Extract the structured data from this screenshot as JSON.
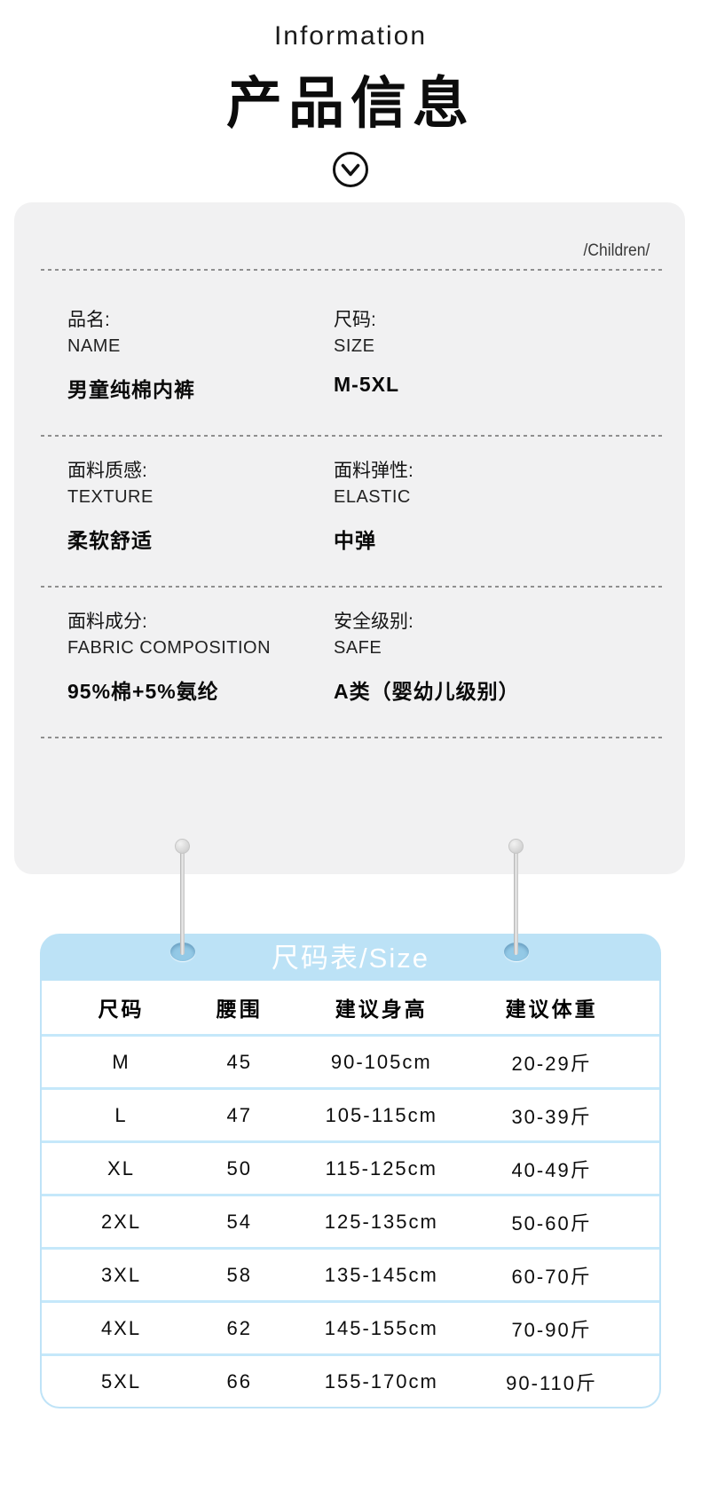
{
  "header": {
    "subtitle": "Information",
    "title": "产品信息"
  },
  "icons": {
    "chevron": "chevron-down-circle-icon",
    "pin": "hanging-pin-icon"
  },
  "info_card": {
    "corner_label": "/Children/",
    "fields": [
      {
        "label_zh": "品名:",
        "label_en": "NAME",
        "value": "男童纯棉内裤"
      },
      {
        "label_zh": "尺码:",
        "label_en": "SIZE",
        "value": "M-5XL"
      },
      {
        "label_zh": "面料质感:",
        "label_en": "TEXTURE",
        "value": "柔软舒适"
      },
      {
        "label_zh": "面料弹性:",
        "label_en": "ELASTIC",
        "value": "中弹"
      },
      {
        "label_zh": "面料成分:",
        "label_en": "FABRIC COMPOSITION",
        "value": "95%棉+5%氨纶"
      },
      {
        "label_zh": "安全级别:",
        "label_en": "SAFE",
        "value": "A类（婴幼儿级别）"
      }
    ]
  },
  "size_table": {
    "title": "尺码表/Size",
    "columns": [
      "尺码",
      "腰围",
      "建议身高",
      "建议体重"
    ],
    "rows": [
      [
        "M",
        "45",
        "90-105cm",
        "20-29斤"
      ],
      [
        "L",
        "47",
        "105-115cm",
        "30-39斤"
      ],
      [
        "XL",
        "50",
        "115-125cm",
        "40-49斤"
      ],
      [
        "2XL",
        "54",
        "125-135cm",
        "50-60斤"
      ],
      [
        "3XL",
        "58",
        "135-145cm",
        "60-70斤"
      ],
      [
        "4XL",
        "62",
        "145-155cm",
        "70-90斤"
      ],
      [
        "5XL",
        "66",
        "155-170cm",
        "90-110斤"
      ]
    ]
  },
  "colors": {
    "accent_blue": "#bce2f6",
    "row_line_blue": "#c5e8fa",
    "card_gray": "#f1f1f2",
    "text_dark": "#111111"
  }
}
